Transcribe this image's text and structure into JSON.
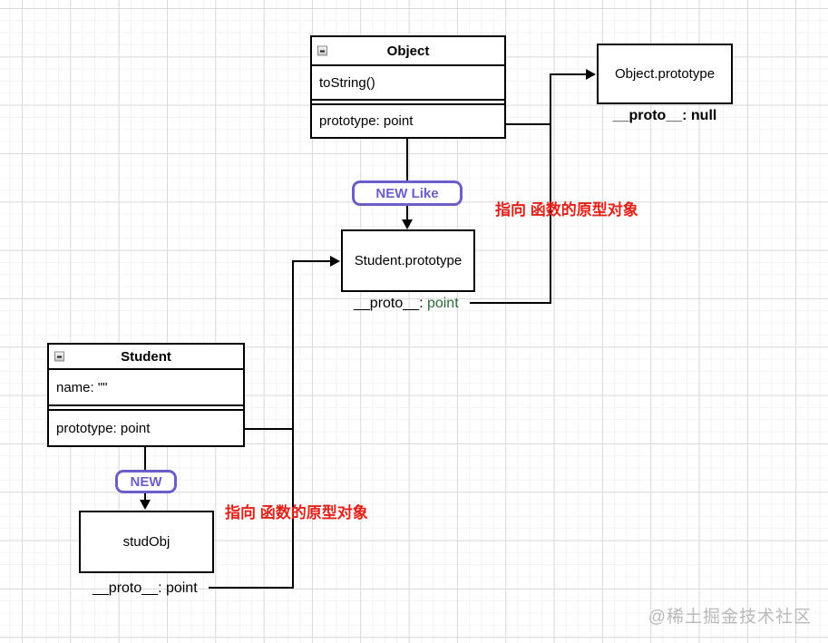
{
  "colors": {
    "accent_purple": "#6a5fc8",
    "annotation_red": "#e32119",
    "line_black": "#000000",
    "watermark_gray": "#b9b9b9"
  },
  "object_class": {
    "title": "Object",
    "rows": [
      "toString()",
      "prototype: point"
    ]
  },
  "object_prototype": {
    "label": "Object.prototype",
    "proto": "__proto__: null"
  },
  "new_like_button": {
    "label": "NEW Like"
  },
  "student_prototype": {
    "label": "Student.prototype",
    "proto_prefix": "__proto__: ",
    "proto_value": "point"
  },
  "student_class": {
    "title": "Student",
    "rows": [
      "name: \"\"",
      "prototype: point"
    ]
  },
  "new_button": {
    "label": "NEW"
  },
  "stud_obj": {
    "label": "studObj",
    "proto": "__proto__: point"
  },
  "annotations": {
    "top": "指向 函数的原型对象",
    "bottom": "指向 函数的原型对象"
  },
  "watermark": "@稀土掘金技术社区"
}
